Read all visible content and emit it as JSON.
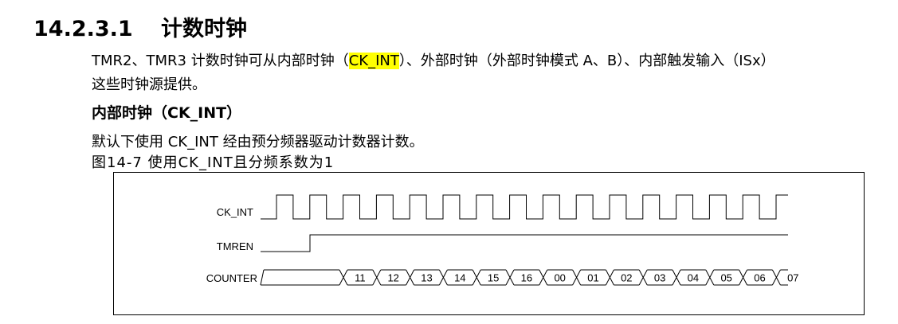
{
  "section": {
    "number": "14.2.3.1",
    "title": "计数时钟"
  },
  "intro": {
    "line1_before": "TMR2、TMR3 计数时钟可从内部时钟（",
    "line1_highlight": "CK_INT",
    "line1_after": "）、外部时钟（外部时钟模式 A、B）、内部触发输入（ISx）",
    "line2": "这些时钟源提供。"
  },
  "subsection": {
    "title": "内部时钟（CK_INT）"
  },
  "body": {
    "text": "默认下使用 CK_INT 经由预分频器驱动计数器计数。"
  },
  "figure": {
    "caption": "图14-7  使用CK_INT且分频系数为1",
    "signals": [
      "CK_INT",
      "TMREN",
      "COUNTER"
    ],
    "counter_values": [
      "11",
      "12",
      "13",
      "14",
      "15",
      "16",
      "00",
      "01",
      "02",
      "03",
      "04",
      "05",
      "06",
      "07"
    ]
  }
}
